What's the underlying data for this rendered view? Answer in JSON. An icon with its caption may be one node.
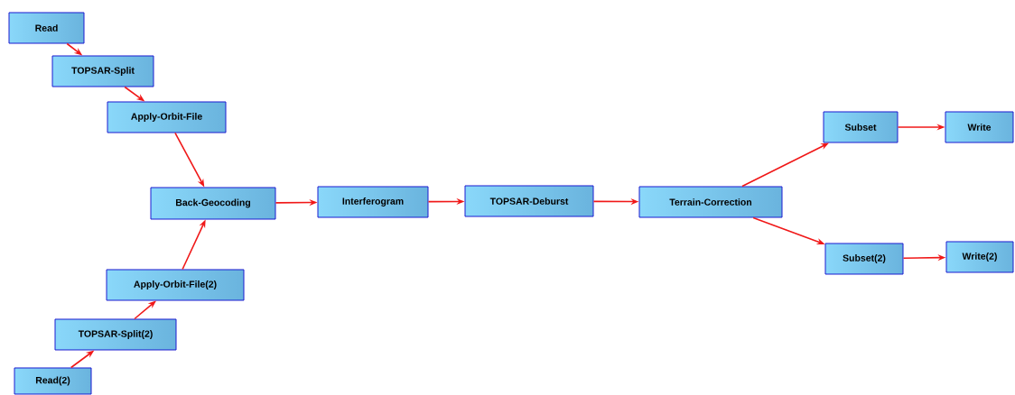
{
  "diagram": {
    "nodes": [
      {
        "text": [
          "Read"
        ]
      },
      {
        "text": [
          "TOPSAR-Split"
        ]
      },
      {
        "text": [
          "Apply-Orbit-File"
        ]
      },
      {
        "text": [
          "Back-Geocoding"
        ]
      },
      {
        "text": [
          "Interferogram"
        ]
      },
      {
        "text": [
          "TOPSAR-Deburst"
        ]
      },
      {
        "text": [
          "Terrain-Correction"
        ]
      },
      {
        "text": [
          "Subset"
        ]
      },
      {
        "text": [
          "Write"
        ]
      },
      {
        "text": [
          "Subset(2)"
        ]
      },
      {
        "text": [
          "Write(2)"
        ]
      },
      {
        "text": [
          "Apply-Orbit-File(2)"
        ]
      },
      {
        "text": [
          "TOPSAR-Split(2)"
        ]
      },
      {
        "text": [
          "Read(2)"
        ]
      }
    ],
    "edges": [
      {
        "from": 0,
        "to": 1,
        "arrow": "to"
      },
      {
        "from": 1,
        "to": 2,
        "arrow": "to"
      },
      {
        "from": 2,
        "to": 3,
        "arrow": "to"
      },
      {
        "from": 13,
        "to": 12,
        "arrow": "to"
      },
      {
        "from": 12,
        "to": 11,
        "arrow": "to"
      },
      {
        "from": 11,
        "to": 3,
        "arrow": "to"
      },
      {
        "from": 3,
        "to": 4,
        "arrow": "to"
      },
      {
        "from": 4,
        "to": 5,
        "arrow": "to"
      },
      {
        "from": 5,
        "to": 6,
        "arrow": "to"
      },
      {
        "from": 6,
        "to": 7,
        "arrow": "to"
      },
      {
        "from": 7,
        "to": 8,
        "arrow": "to"
      },
      {
        "from": 6,
        "to": 9,
        "arrow": "to"
      },
      {
        "from": 9,
        "to": 10,
        "arrow": "to"
      }
    ]
  }
}
